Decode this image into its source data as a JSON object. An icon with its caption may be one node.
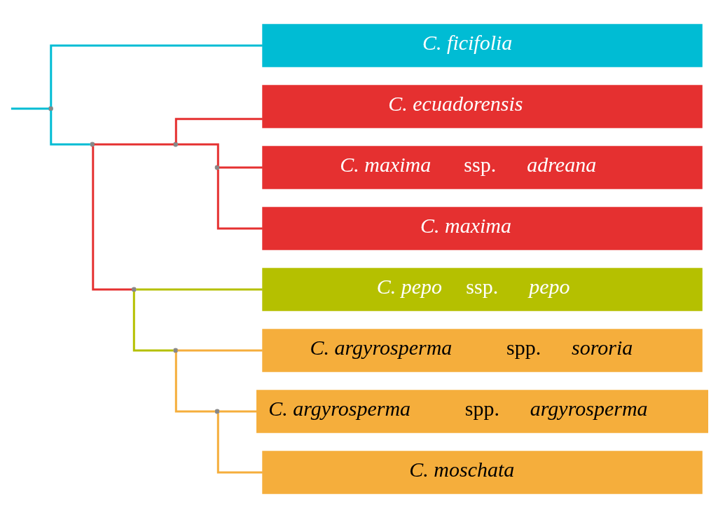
{
  "diagram": {
    "nodes": [
      {
        "text": [
          "*C. ficifolia*"
        ]
      },
      {
        "text": [
          "*C. ecuadorensis*"
        ]
      },
      {
        "text": [
          "*C. maxima* ssp. *adreana*"
        ]
      },
      {
        "text": [
          "*C. maxima*"
        ]
      },
      {
        "text": [
          "*C. pepo* ssp. *pepo*"
        ]
      },
      {
        "text": [
          "*C. argyrosperma* spp. *sororia*"
        ]
      },
      {
        "text": [
          "*C. argyrosperma* spp. *argyrosperma*"
        ]
      },
      {
        "text": [
          "*C. moschata*"
        ]
      },
      {
        "text": [],
        "shape": "point"
      },
      {
        "text": [],
        "shape": "point"
      },
      {
        "text": [],
        "shape": "point"
      },
      {
        "text": [],
        "shape": "point"
      },
      {
        "text": [],
        "shape": "point"
      },
      {
        "text": [],
        "shape": "point"
      },
      {
        "text": [],
        "shape": "point"
      }
    ],
    "edges": [
      {
        "from": null,
        "to": 8,
        "arrow": "none",
        "color": "#00bcd4"
      },
      {
        "from": 8,
        "to": 0,
        "arrow": "none",
        "color": "#00bcd4"
      },
      {
        "from": 8,
        "to": 9,
        "arrow": "none",
        "color": "#00bcd4"
      },
      {
        "from": 9,
        "to": 12,
        "arrow": "none",
        "color": "#e53030"
      },
      {
        "from": 9,
        "to": 10,
        "arrow": "none",
        "color": "#e53030"
      },
      {
        "from": 12,
        "to": 1,
        "arrow": "none",
        "color": "#e53030"
      },
      {
        "from": 12,
        "to": 13,
        "arrow": "none",
        "color": "#e53030"
      },
      {
        "from": 13,
        "to": 2,
        "arrow": "none",
        "color": "#e53030"
      },
      {
        "from": 13,
        "to": 3,
        "arrow": "none",
        "color": "#e53030"
      },
      {
        "from": 10,
        "to": 4,
        "arrow": "none",
        "color": "#b5c000"
      },
      {
        "from": 10,
        "to": 11,
        "arrow": "none",
        "color": "#b5c000"
      },
      {
        "from": 11,
        "to": 5,
        "arrow": "none",
        "color": "#f5ae3c"
      },
      {
        "from": 11,
        "to": 14,
        "arrow": "none",
        "color": "#f5ae3c"
      },
      {
        "from": 14,
        "to": 6,
        "arrow": "none",
        "color": "#f5ae3c"
      },
      {
        "from": 14,
        "to": 7,
        "arrow": "none",
        "color": "#f5ae3c"
      }
    ]
  }
}
